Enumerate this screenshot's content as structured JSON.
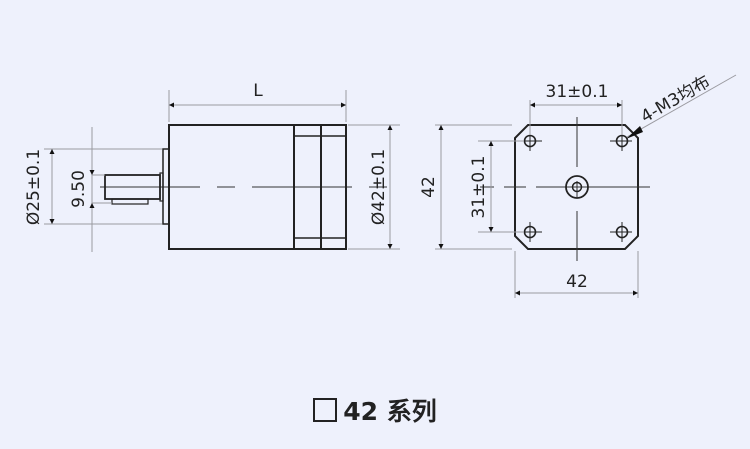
{
  "drawing": {
    "side_view": {
      "length_label": "L",
      "body_diameter_label": "Ø42±0.1",
      "flange_diameter_label": "Ø25±0.1",
      "shaft_flat_label": "9.50"
    },
    "front_view": {
      "height_label": "42",
      "width_label": "42",
      "hole_spacing_horizontal_label": "31±0.1",
      "hole_spacing_vertical_label": "31±0.1",
      "mounting_holes_label": "4-M3均布"
    }
  },
  "title": {
    "series_label": "42 系列"
  },
  "colors": {
    "background": "#eef1fc",
    "line": "#222222",
    "dim_line": "#9a9aa0"
  }
}
